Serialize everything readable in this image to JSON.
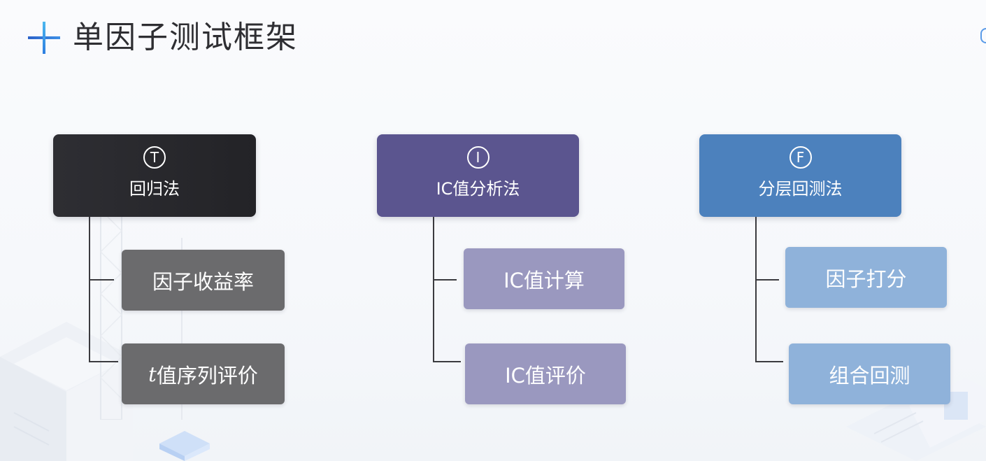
{
  "header": {
    "title": "单因子测试框架"
  },
  "colors": {
    "col1_head": "#28282c",
    "col1_child": "#6b6b6d",
    "col2_head": "#5b558f",
    "col2_child": "#9a98bf",
    "col3_head": "#4c81bd",
    "col3_child": "#8fb2da",
    "connector": "#3b3b3f"
  },
  "columns": [
    {
      "icon": "letter-t-circle-icon",
      "icon_letter": "T",
      "label": "回归法",
      "children": [
        {
          "label": "因子收益率"
        },
        {
          "prefix": "t",
          "label": "值序列评价"
        }
      ]
    },
    {
      "icon": "letter-i-circle-icon",
      "icon_letter": "I",
      "label": "IC值分析法",
      "children": [
        {
          "label": "IC值计算"
        },
        {
          "label": "IC值评价"
        }
      ]
    },
    {
      "icon": "letter-f-circle-icon",
      "icon_letter": "F",
      "label": "分层回测法",
      "children": [
        {
          "label": "因子打分"
        },
        {
          "label": "组合回测"
        }
      ]
    }
  ]
}
